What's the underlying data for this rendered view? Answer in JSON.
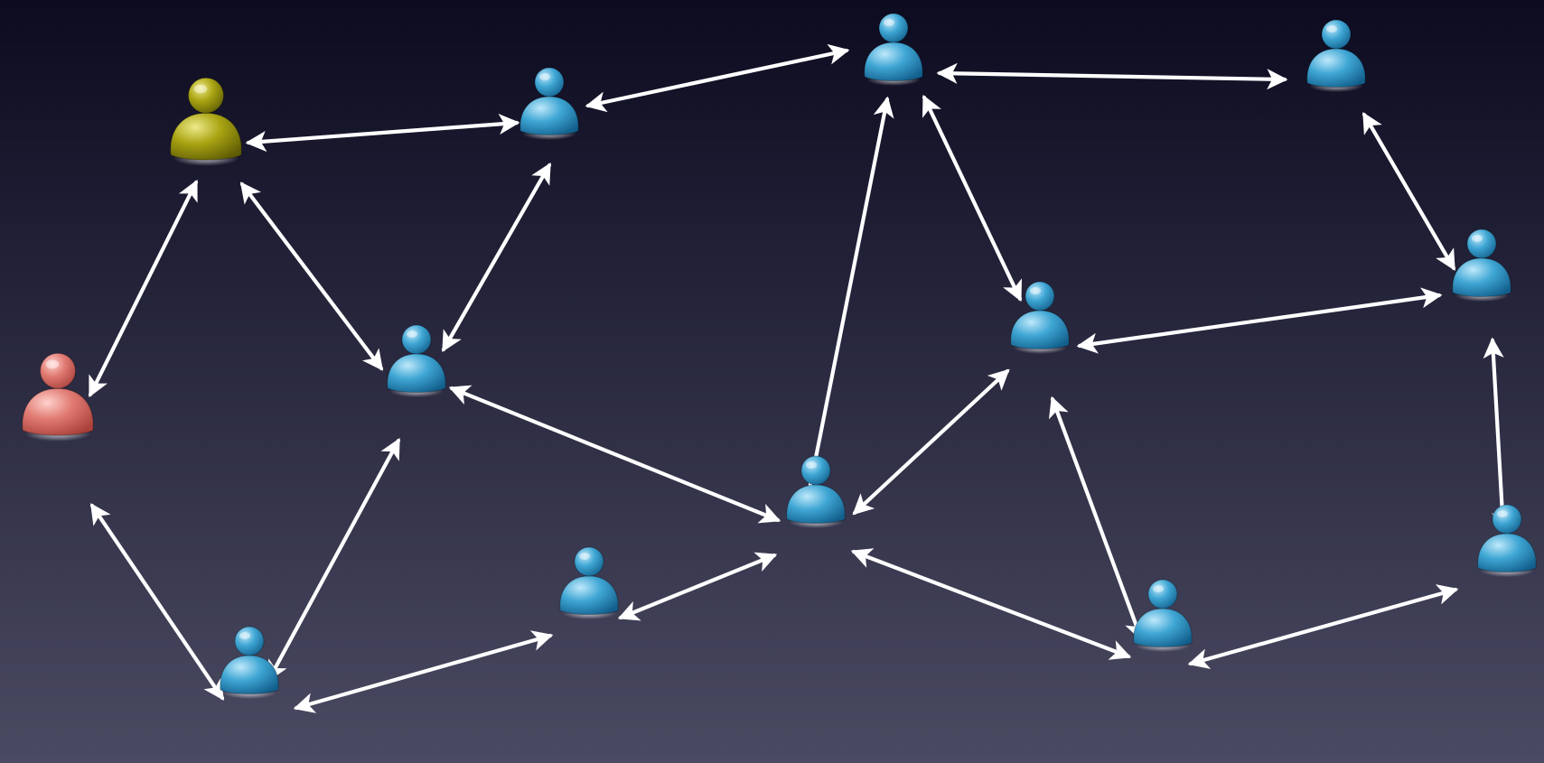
{
  "diagram": {
    "type": "peer-network",
    "colors": {
      "background_top": "#0c0b20",
      "background_bottom": "#4a4a62",
      "arrow": "#ffffff",
      "peer_blue": "#3fa6d4",
      "peer_olive": "#a9a412",
      "peer_red": "#e07a72"
    },
    "nodes": [
      {
        "id": "olive",
        "role": "highlighted-peer",
        "color": "olive"
      },
      {
        "id": "red",
        "role": "highlighted-peer",
        "color": "red"
      },
      {
        "id": "b1",
        "role": "peer",
        "color": "blue"
      },
      {
        "id": "b2",
        "role": "peer",
        "color": "blue"
      },
      {
        "id": "b3",
        "role": "peer",
        "color": "blue"
      },
      {
        "id": "b4",
        "role": "peer",
        "color": "blue"
      },
      {
        "id": "b5",
        "role": "peer",
        "color": "blue"
      },
      {
        "id": "b6",
        "role": "peer",
        "color": "blue"
      },
      {
        "id": "b7",
        "role": "peer",
        "color": "blue"
      },
      {
        "id": "b8",
        "role": "peer",
        "color": "blue"
      },
      {
        "id": "b9",
        "role": "peer",
        "color": "blue"
      },
      {
        "id": "b10",
        "role": "peer",
        "color": "blue"
      },
      {
        "id": "b11",
        "role": "peer",
        "color": "blue"
      },
      {
        "id": "b12",
        "role": "peer",
        "color": "blue"
      },
      {
        "id": "b13",
        "role": "peer",
        "color": "blue"
      }
    ],
    "edges": [
      {
        "from": "olive",
        "to": "b1",
        "direction": "bidirectional"
      },
      {
        "from": "olive",
        "to": "red",
        "direction": "bidirectional"
      },
      {
        "from": "olive",
        "to": "b2",
        "direction": "bidirectional"
      },
      {
        "from": "b1",
        "to": "b2",
        "direction": "bidirectional"
      },
      {
        "from": "b1",
        "to": "b3",
        "direction": "bidirectional"
      },
      {
        "from": "b3",
        "to": "b4",
        "direction": "bidirectional"
      },
      {
        "from": "b3",
        "to": "b5",
        "direction": "bidirectional"
      },
      {
        "from": "b3",
        "to": "b6",
        "direction": "bidirectional"
      },
      {
        "from": "b2",
        "to": "b5",
        "direction": "bidirectional"
      },
      {
        "from": "b4",
        "to": "b7",
        "direction": "bidirectional"
      },
      {
        "from": "b7",
        "to": "b6",
        "direction": "bidirectional"
      },
      {
        "from": "b6",
        "to": "b5",
        "direction": "bidirectional"
      },
      {
        "from": "b5",
        "to": "b8",
        "direction": "bidirectional"
      },
      {
        "from": "b5",
        "to": "b9",
        "direction": "bidirectional"
      },
      {
        "from": "b8",
        "to": "b10",
        "direction": "bidirectional"
      },
      {
        "from": "b10",
        "to": "b11",
        "direction": "bidirectional"
      },
      {
        "from": "b2",
        "to": "b10",
        "direction": "bidirectional"
      },
      {
        "from": "red",
        "to": "b10",
        "direction": "bidirectional"
      },
      {
        "from": "b6",
        "to": "b12",
        "direction": "bidirectional"
      },
      {
        "from": "b6",
        "to": "b13",
        "direction": "bidirectional"
      },
      {
        "from": "b12",
        "to": "b13",
        "direction": "bidirectional"
      },
      {
        "from": "b13",
        "to": "b7",
        "direction": "bidirectional"
      },
      {
        "from": "b12",
        "to": "b14",
        "direction": "bidirectional"
      },
      {
        "from": "b14",
        "to": "b15",
        "direction": "bidirectional"
      }
    ]
  }
}
